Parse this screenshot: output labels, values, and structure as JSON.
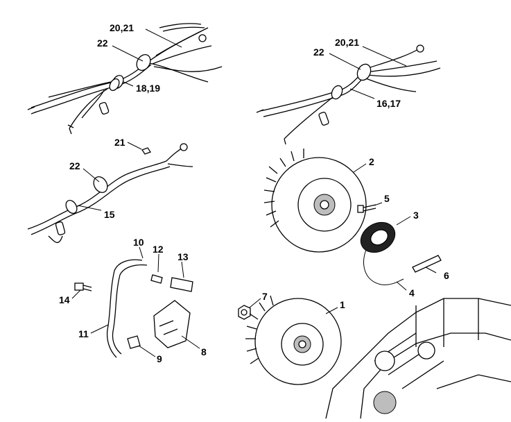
{
  "callouts": {
    "c20_21_a": "20,21",
    "c22_a": "22",
    "c18_19": "18,19",
    "c20_21_b": "20,21",
    "c22_b": "22",
    "c16_17": "16,17",
    "c21": "21",
    "c22_c": "22",
    "c15": "15",
    "c2": "2",
    "c5": "5",
    "c3": "3",
    "c6": "6",
    "c4": "4",
    "c10": "10",
    "c12": "12",
    "c13": "13",
    "c14": "14",
    "c11": "11",
    "c9": "9",
    "c8": "8",
    "c7": "7",
    "c1": "1"
  }
}
